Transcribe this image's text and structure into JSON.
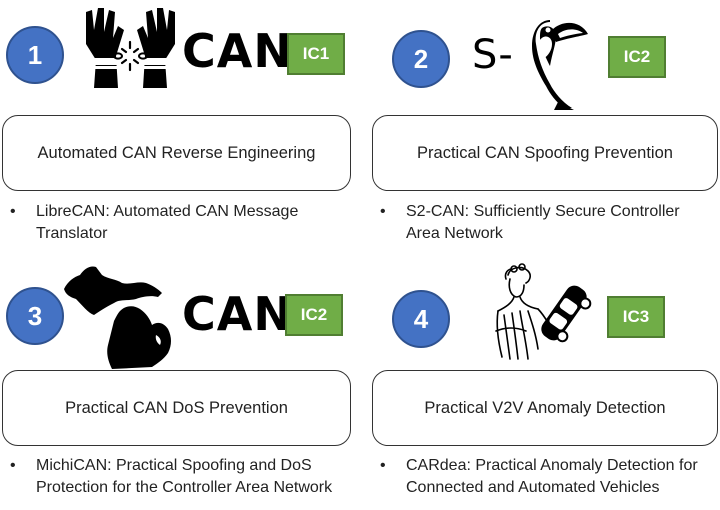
{
  "items": [
    {
      "number": "1",
      "badge": "IC1",
      "logo_word": "CAN",
      "box_label": "Automated CAN Reverse Engineering",
      "bullet": "LibreCAN: Automated CAN Message Translator"
    },
    {
      "number": "2",
      "badge": "IC2",
      "logo_word": "S-",
      "box_label": "Practical CAN Spoofing Prevention",
      "bullet": "S2-CAN: Sufficiently Secure Controller Area Network"
    },
    {
      "number": "3",
      "badge": "IC2",
      "logo_word": "CAN",
      "box_label": "Practical CAN DoS Prevention",
      "bullet": "MichiCAN: Practical Spoofing and DoS Protection for the Controller Area Network"
    },
    {
      "number": "4",
      "badge": "IC3",
      "box_label": "Practical V2V Anomaly Detection",
      "bullet": "CARdea: Practical Anomaly Detection for Connected and Automated Vehicles"
    }
  ],
  "colors": {
    "number_circle": "#4472c4",
    "badge": "#70ad47",
    "text": "#222222"
  },
  "icons": [
    "broken-shackles-hands-icon",
    "toucan-icon",
    "michigan-map-icon",
    "goddess-with-car-icon"
  ]
}
